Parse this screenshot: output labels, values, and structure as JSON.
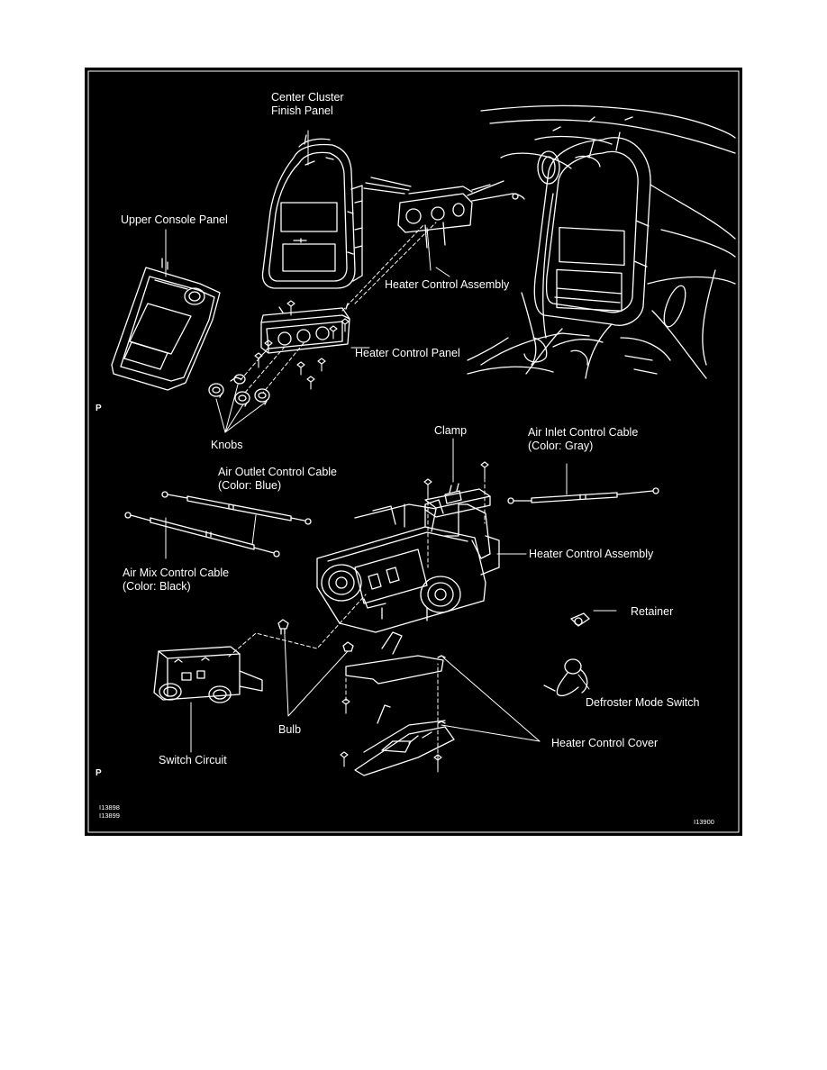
{
  "figure": {
    "label_center_cluster": "Center Cluster\nFinish Panel",
    "label_upper_console": "Upper Console Panel",
    "label_heater_assembly_top": "Heater Control Assembly",
    "label_heater_panel": "Heater Control Panel",
    "label_knobs": "Knobs",
    "label_clamp": "Clamp",
    "label_air_inlet": "Air Inlet Control Cable\n(Color: Gray)",
    "label_air_outlet": "Air Outlet Control Cable\n(Color: Blue)",
    "label_air_mix": "Air Mix Control Cable\n(Color: Black)",
    "label_heater_assembly_bottom": "Heater Control Assembly",
    "label_retainer": "Retainer",
    "label_defroster": "Defroster Mode Switch",
    "label_bulb": "Bulb",
    "label_switch_circuit": "Switch Circuit",
    "label_heater_cover": "Heater Control Cover",
    "mark_p_top": "P",
    "mark_p_bottom": "P",
    "code_left_a": "I13898",
    "code_left_b": "I13899",
    "code_right": "I13900"
  },
  "colors": {
    "background": "#000000",
    "lines": "#ffffff",
    "page": "#ffffff"
  }
}
